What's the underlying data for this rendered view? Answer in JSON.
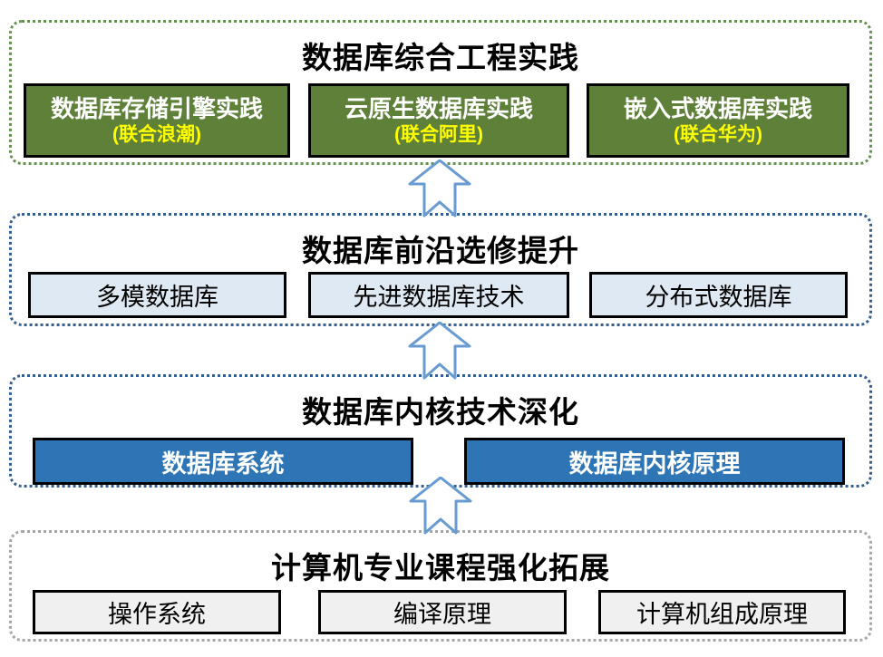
{
  "diagram": {
    "background": "#FFFFFF",
    "arrow": {
      "fill": "#FFFFFF",
      "stroke": "#699BD3",
      "direction": "up"
    }
  },
  "tiers": [
    {
      "id": "practice",
      "title": "数据库综合工程实践",
      "border_color": "#659150",
      "box_fill": "#5E8038",
      "box_text_color": "#FFFFFF",
      "partner_text_color": "#FFFF00",
      "courses": [
        {
          "name": "数据库存储引擎实践",
          "partner": "(联合浪潮)"
        },
        {
          "name": "云原生数据库实践",
          "partner": "(联合阿里)"
        },
        {
          "name": "嵌入式数据库实践",
          "partner": "(联合华为)"
        }
      ]
    },
    {
      "id": "elective",
      "title": "数据库前沿选修提升",
      "border_color": "#365F91",
      "box_fill": "#DEE9F4",
      "box_text_color": "#000000",
      "courses": [
        {
          "name": "多模数据库"
        },
        {
          "name": "先进数据库技术"
        },
        {
          "name": "分布式数据库"
        }
      ]
    },
    {
      "id": "kernel",
      "title": "数据库内核技术深化",
      "border_color": "#365F91",
      "box_fill": "#2E75B6",
      "box_text_color": "#FFFFFF",
      "courses": [
        {
          "name": "数据库系统"
        },
        {
          "name": "数据库内核原理"
        }
      ]
    },
    {
      "id": "foundation",
      "title": "计算机专业课程强化拓展",
      "border_color": "#A6A6A6",
      "box_fill": "#F0F0F0",
      "box_text_color": "#000000",
      "courses": [
        {
          "name": "操作系统"
        },
        {
          "name": "编译原理"
        },
        {
          "name": "计算机组成原理"
        }
      ]
    }
  ]
}
